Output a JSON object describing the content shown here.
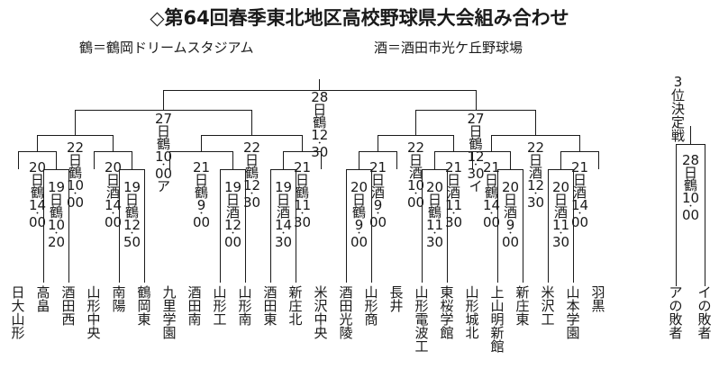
{
  "header": {
    "title": "◇第64回春季東北地区高校野球県大会組み合わせ",
    "legend_left": "鶴＝鶴岡ドリームスタジアム",
    "legend_right": "酒＝酒田市光ケ丘野球場"
  },
  "third_place": {
    "label": "3位決定戦",
    "match": {
      "date": "28日",
      "venue": "鶴",
      "hour": "10",
      "min": "00",
      "mark": ""
    },
    "entrants": [
      "アの敗者",
      "イの敗者"
    ]
  },
  "teams": [
    "日大山形",
    "高畠",
    "酒田西",
    "山形中央",
    "南陽",
    "鶴岡東",
    "九里学園",
    "酒田南",
    "山形工",
    "山形南",
    "酒田東",
    "新庄北",
    "米沢中央",
    "酒田光陵",
    "山形商",
    "長井",
    "山形電波工",
    "東桜学館",
    "山形城北",
    "上山明新館",
    "新庄東",
    "米沢工",
    "山本学園",
    "羽黒"
  ],
  "round1": [
    {
      "date": "19日",
      "venue": "鶴",
      "hour": "10",
      "min": "20",
      "mark": ""
    },
    {
      "date": "19日",
      "venue": "鶴",
      "hour": "12",
      "min": "50",
      "mark": ""
    },
    {
      "date": "19日",
      "venue": "酒",
      "hour": "12",
      "min": "00",
      "mark": ""
    },
    {
      "date": "19日",
      "venue": "酒",
      "hour": "14",
      "min": "30",
      "mark": ""
    },
    {
      "date": "20日",
      "venue": "鶴",
      "hour": "9",
      "min": "00",
      "mark": ""
    },
    {
      "date": "20日",
      "venue": "鶴",
      "hour": "11",
      "min": "30",
      "mark": ""
    },
    {
      "date": "20日",
      "venue": "酒",
      "hour": "9",
      "min": "00",
      "mark": ""
    },
    {
      "date": "20日",
      "venue": "酒",
      "hour": "11",
      "min": "30",
      "mark": ""
    }
  ],
  "round2": [
    {
      "date": "20日",
      "venue": "鶴",
      "hour": "14",
      "min": "00",
      "mark": ""
    },
    {
      "date": "20日",
      "venue": "酒",
      "hour": "14",
      "min": "00",
      "mark": ""
    },
    {
      "date": "21日",
      "venue": "鶴",
      "hour": "9",
      "min": "00",
      "mark": ""
    },
    {
      "date": "21日",
      "venue": "鶴",
      "hour": "11",
      "min": "30",
      "mark": ""
    },
    {
      "date": "21日",
      "venue": "酒",
      "hour": "9",
      "min": "00",
      "mark": ""
    },
    {
      "date": "21日",
      "venue": "酒",
      "hour": "11",
      "min": "30",
      "mark": ""
    },
    {
      "date": "21日",
      "venue": "鶴",
      "hour": "14",
      "min": "00",
      "mark": ""
    },
    {
      "date": "21日",
      "venue": "酒",
      "hour": "14",
      "min": "00",
      "mark": ""
    }
  ],
  "quarterfinals": [
    {
      "date": "22日",
      "venue": "鶴",
      "hour": "10",
      "min": "00",
      "mark": ""
    },
    {
      "date": "22日",
      "venue": "鶴",
      "hour": "12",
      "min": "30",
      "mark": ""
    },
    {
      "date": "22日",
      "venue": "酒",
      "hour": "10",
      "min": "00",
      "mark": ""
    },
    {
      "date": "22日",
      "venue": "酒",
      "hour": "12",
      "min": "30",
      "mark": ""
    }
  ],
  "semifinals": [
    {
      "date": "27日",
      "venue": "鶴",
      "hour": "10",
      "min": "00",
      "mark": "ア"
    },
    {
      "date": "27日",
      "venue": "鶴",
      "hour": "12",
      "min": "30",
      "mark": "イ"
    }
  ],
  "final": {
    "date": "28日",
    "venue": "鶴",
    "hour": "12",
    "min": "30",
    "mark": ""
  }
}
